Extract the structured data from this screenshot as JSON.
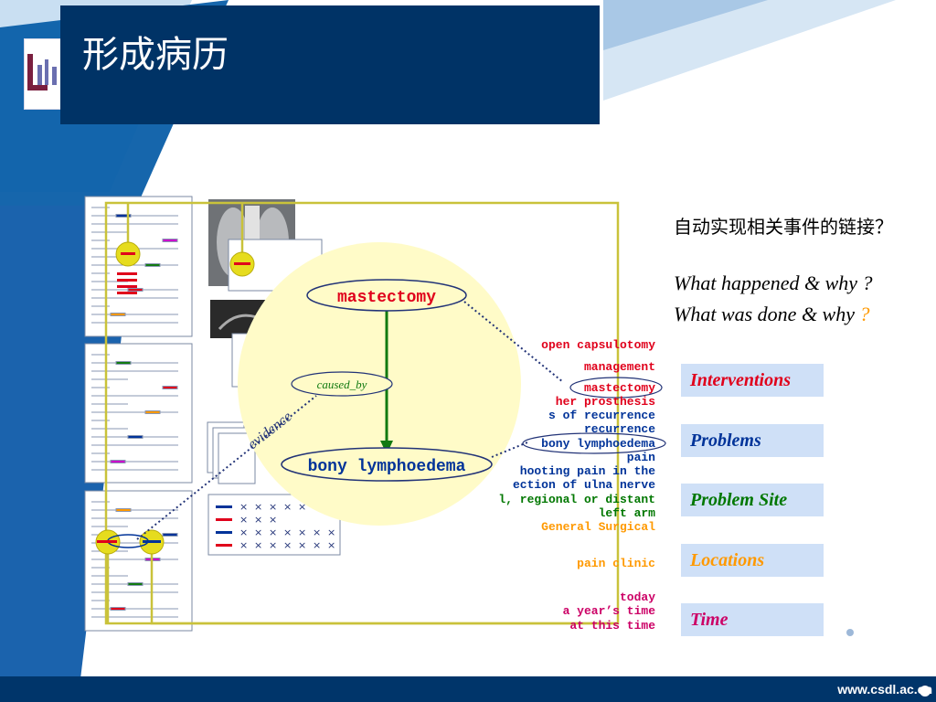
{
  "title": "形成病历",
  "question_cn": "自动实现相关事件的链接？",
  "question_en_1": "What happened & why ?",
  "question_en_2_prefix": "What was done & why ",
  "question_en_2_mark": "?",
  "categories": [
    {
      "label": "Interventions",
      "color": "#e0001b"
    },
    {
      "label": "Problems",
      "color": "#003399"
    },
    {
      "label": "Problem Site",
      "color": "#007700"
    },
    {
      "label": "Locations",
      "color": "#ff9900"
    },
    {
      "label": "Time",
      "color": "#cc0066"
    }
  ],
  "center_terms": {
    "top": "mastectomy",
    "bottom": "bony lymphoedema",
    "relation": "caused_by",
    "evidence": "evidence"
  },
  "text_lines": [
    {
      "text": "open capsulotomy",
      "color": "#e0001b"
    },
    {
      "text": "management",
      "color": "#e0001b"
    },
    {
      "text": "mastectomy",
      "color": "#e0001b"
    },
    {
      "text": "her prosthesis",
      "color": "#e0001b"
    },
    {
      "text": "s of recurrence",
      "color": "#003399"
    },
    {
      "text": "recurrence",
      "color": "#003399"
    },
    {
      "text": "bony lymphoedema",
      "color": "#003399"
    },
    {
      "text": "pain",
      "color": "#003399"
    },
    {
      "text": "hooting pain in the",
      "color": "#003399"
    },
    {
      "text": "ection of ulna nerve",
      "color": "#003399"
    },
    {
      "text": "l, regional or distant",
      "color": "#007700"
    },
    {
      "text": "left arm",
      "color": "#007700"
    },
    {
      "text": "General Surgical",
      "color": "#ff9900"
    },
    {
      "text": "pain clinic",
      "color": "#ff9900"
    },
    {
      "text": "today",
      "color": "#cc0066"
    },
    {
      "text": "a year’s time",
      "color": "#cc0066"
    },
    {
      "text": "at this time",
      "color": "#cc0066"
    }
  ],
  "footer_url": "www.csdl.ac.cn",
  "x_mark": "×"
}
